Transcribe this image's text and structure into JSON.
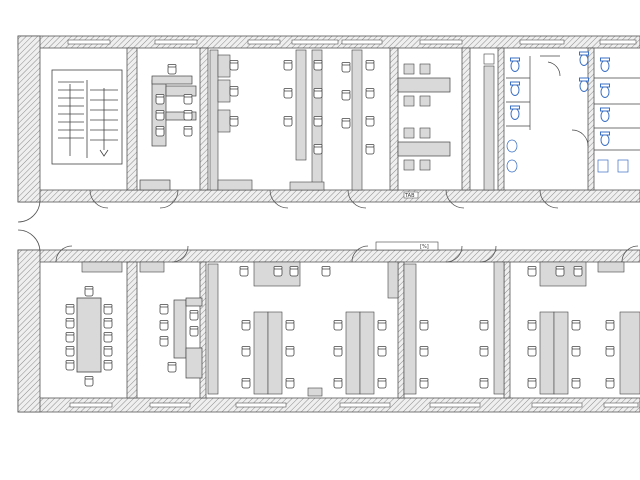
{
  "floor_plan": {
    "labels": {
      "reception_desk_tag": "[%]",
      "pantry_tag": "TAB"
    },
    "rooms": [
      {
        "id": "stair",
        "kind": "stairwell"
      },
      {
        "id": "office-upper-1",
        "kind": "office"
      },
      {
        "id": "office-upper-2",
        "kind": "open-office"
      },
      {
        "id": "pantry",
        "kind": "pantry"
      },
      {
        "id": "toilets-left",
        "kind": "washroom"
      },
      {
        "id": "toilets-right",
        "kind": "washroom"
      },
      {
        "id": "meeting-room",
        "kind": "meeting-room"
      },
      {
        "id": "office-lower-1",
        "kind": "office"
      },
      {
        "id": "open-office-lower-1",
        "kind": "open-office"
      },
      {
        "id": "open-office-lower-2",
        "kind": "open-office"
      },
      {
        "id": "open-office-lower-3",
        "kind": "open-office"
      }
    ],
    "colors": {
      "wall_hatch": "#9a9a9a",
      "wall_fill": "#e6e6e6",
      "furniture": "#d9d9d9",
      "fixture_blue": "#3a6fc4",
      "line": "#444444"
    }
  }
}
